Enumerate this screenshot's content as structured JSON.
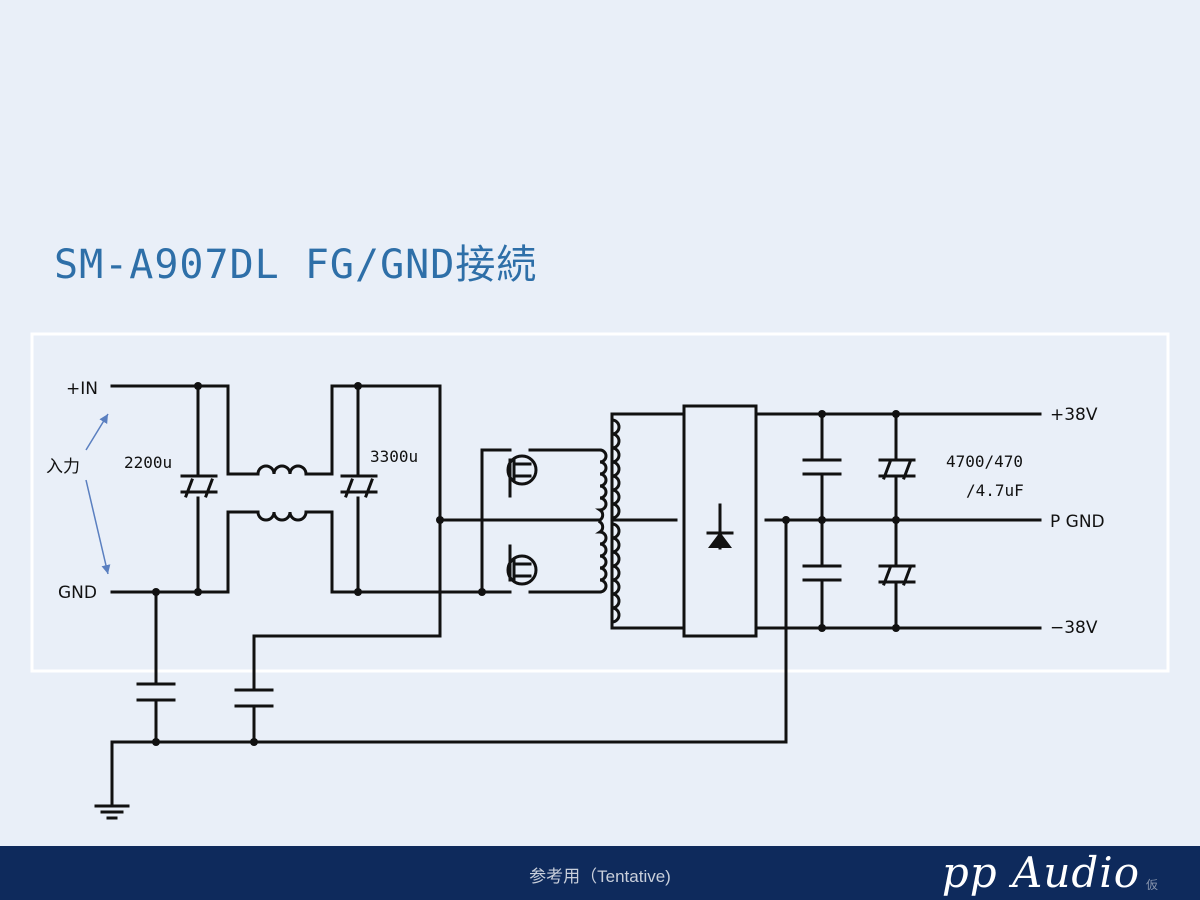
{
  "title": "SM-A907DL FG/GND接続",
  "labels": {
    "in_plus": "+IN",
    "in_gnd": "GND",
    "input": "入力",
    "cap_in1": "2200u",
    "cap_in2": "3300u",
    "cap_out_line1": "4700/470",
    "cap_out_line2": "/4.7uF",
    "out_pos": "+38V",
    "out_pgnd": "P GND",
    "out_neg": "−38V"
  },
  "footer": {
    "note": "参考用（Tentative)",
    "brand": "pp Audio",
    "brand_tag": "仮"
  },
  "colors": {
    "background": "#e9eff8",
    "title": "#2e6fa8",
    "footer_bar": "#0e2a5c",
    "arrow": "#5a7fc0"
  }
}
